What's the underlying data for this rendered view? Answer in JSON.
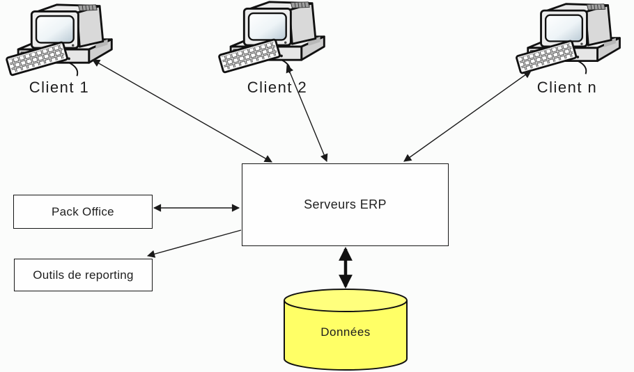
{
  "clients": [
    {
      "label": "Client 1"
    },
    {
      "label": "Client 2"
    },
    {
      "label": "Client n"
    }
  ],
  "server": {
    "label": "Serveurs ERP"
  },
  "tools": [
    {
      "label": "Pack Office"
    },
    {
      "label": "Outils de reporting"
    }
  ],
  "database": {
    "label": "Données"
  },
  "colors": {
    "background": "#fbfcfb",
    "box_fill": "#fefefe",
    "box_border": "#161616",
    "database_fill": "#ffff66",
    "database_top_fill": "#ffff7d",
    "line": "#1a1a1a"
  },
  "connections": [
    {
      "from": "Client 1",
      "to": "Serveurs ERP",
      "direction": "bidirectional"
    },
    {
      "from": "Client 2",
      "to": "Serveurs ERP",
      "direction": "bidirectional"
    },
    {
      "from": "Client n",
      "to": "Serveurs ERP",
      "direction": "bidirectional"
    },
    {
      "from": "Pack Office",
      "to": "Serveurs ERP",
      "direction": "bidirectional"
    },
    {
      "from": "Serveurs ERP",
      "to": "Outils de reporting",
      "direction": "one-way"
    },
    {
      "from": "Serveurs ERP",
      "to": "Données",
      "direction": "bidirectional"
    }
  ]
}
